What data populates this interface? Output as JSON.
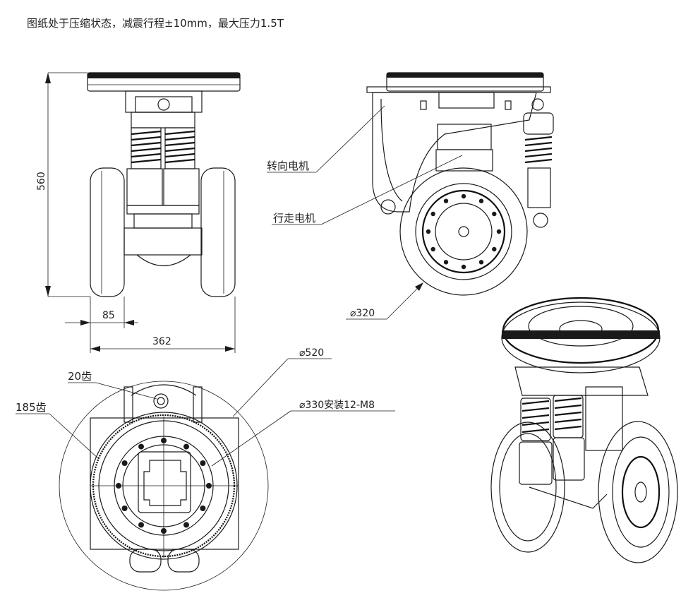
{
  "note": "图纸处于压缩状态，减震行程±10mm，最大压力1.5T",
  "dimensions": {
    "height": "560",
    "wheel_width": "85",
    "overall_width": "362",
    "wheel_diameter": "⌀320",
    "outer_diameter": "⌀520",
    "mount_spec": "⌀330安装12-M8",
    "pinion_teeth": "20齿",
    "ring_teeth": "185齿"
  },
  "labels": {
    "steering_motor": "转向电机",
    "drive_motor": "行走电机"
  }
}
